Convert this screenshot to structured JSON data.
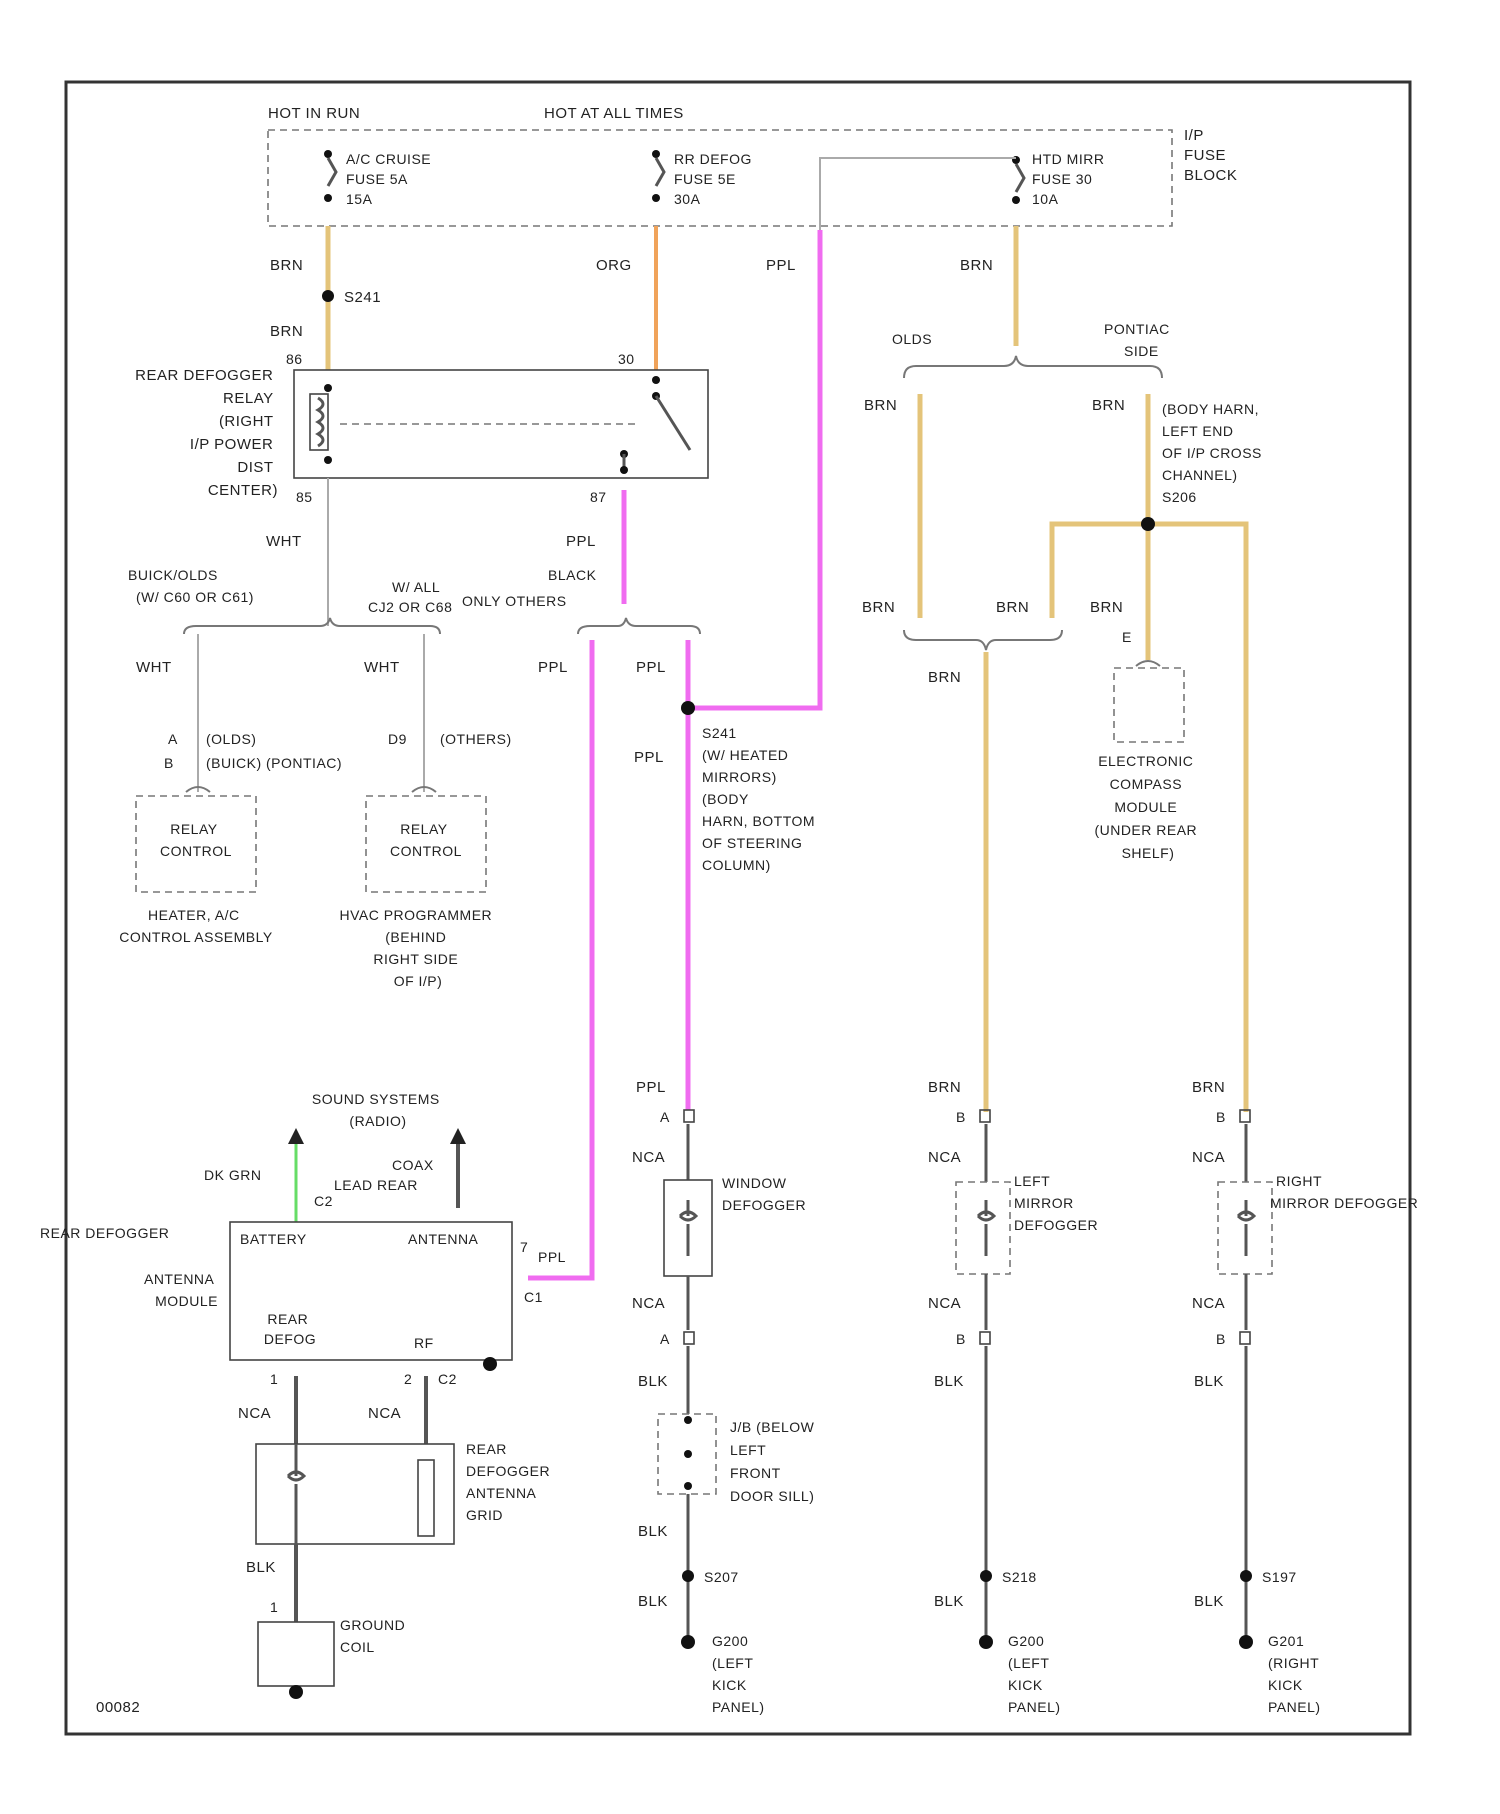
{
  "fig_id": "00082",
  "fuse_block": {
    "header_left": "HOT IN RUN",
    "header_mid": "HOT AT ALL TIMES",
    "name": [
      "I/P",
      "FUSE",
      "BLOCK"
    ],
    "fuse1": [
      "A/C CRUISE",
      "FUSE 5A",
      "15A"
    ],
    "fuse2": [
      "RR DEFOG",
      "FUSE 5E",
      "30A"
    ],
    "fuse3": [
      "HTD MIRR",
      "FUSE 30",
      "10A"
    ]
  },
  "wire_labels": {
    "brn": "BRN",
    "org": "ORG",
    "ppl": "PPL",
    "wht": "WHT",
    "blk": "BLK",
    "nca": "NCA",
    "dkgrn": "DK GRN"
  },
  "splices": {
    "s1": "S241",
    "s2": "S241",
    "s2_desc": [
      "(W/ HEATED",
      "MIRRORS)",
      "(BODY",
      "HARN, BOTTOM",
      "OF STEERING",
      "COLUMN)"
    ],
    "s3": "S206",
    "s3_desc": [
      "(BODY HARN,",
      "LEFT END",
      "OF I/P CROSS",
      "CHANNEL)"
    ],
    "g1": "S207",
    "g2": "S218",
    "g3": "S197"
  },
  "relay": {
    "name": [
      "REAR DEFOGGER",
      "RELAY",
      "(RIGHT",
      "I/P POWER",
      "DIST",
      "CENTER)"
    ],
    "pin86": "86",
    "pin85": "85",
    "pin30": "30",
    "pin87": "87"
  },
  "branches": {
    "left_brace": [
      "BUICK/OLDS",
      "(W/ C60 OR C61)"
    ],
    "mid_left": [
      "W/ ALL",
      "CJ2 OR C68"
    ],
    "mid_right": "ONLY OTHERS",
    "black": "BLACK",
    "olds": "OLDS",
    "pontiac": [
      "PONTIAC",
      "SIDE"
    ]
  },
  "controls": {
    "pin_a": "A",
    "pin_b": "B",
    "pin_d": "D9",
    "label1": "(OLDS)",
    "label2": "(BUICK) (PONTIAC)",
    "label3": "(OTHERS)",
    "box1": [
      "RELAY",
      "CONTROL"
    ],
    "box2": [
      "RELAY",
      "CONTROL"
    ],
    "desc1": [
      "HEATER, A/C",
      "CONTROL ASSEMBLY"
    ],
    "desc2": [
      "HVAC PROGRAMMER",
      "(BEHIND",
      "RIGHT SIDE",
      "OF I/P)"
    ]
  },
  "compass": {
    "pin": "E",
    "name": [
      "ELECTRONIC",
      "COMPASS",
      "MODULE",
      "(UNDER REAR",
      "SHELF)"
    ]
  },
  "antenna": {
    "sound_sys": [
      "SOUND SYSTEMS",
      "(RADIO)"
    ],
    "coax": [
      "COAX",
      "LEAD REAR"
    ],
    "rear_defogger": "REAR DEFOGGER",
    "module": [
      "ANTENNA",
      "MODULE"
    ],
    "battery": "BATTERY",
    "antenna": "ANTENNA",
    "rear_defog": [
      "REAR",
      "DEFOG"
    ],
    "rf": "RF",
    "c1": "C1",
    "c2": "C2",
    "pin1": "1",
    "pin2": "2",
    "pin7": "7",
    "grid": [
      "REAR",
      "DEFOGGER",
      "ANTENNA",
      "GRID"
    ],
    "ground_coil": [
      "GROUND",
      "COIL"
    ]
  },
  "loads": {
    "window": [
      "WINDOW",
      "DEFOGGER"
    ],
    "left_mirror": [
      "LEFT",
      "MIRROR",
      "DEFOGGER"
    ],
    "right_mirror": [
      "RIGHT",
      "MIRROR DEFOGGER"
    ],
    "jb": [
      "J/B (BELOW",
      "LEFT",
      "FRONT",
      "DOOR SILL)"
    ],
    "pin_a": "A",
    "pin_b": "B"
  },
  "grounds": {
    "g1": [
      "G200",
      "(LEFT",
      "KICK",
      "PANEL)"
    ],
    "g2": [
      "G200",
      "(LEFT",
      "KICK",
      "PANEL)"
    ],
    "g3": [
      "G201",
      "(RIGHT",
      "KICK",
      "PANEL)"
    ]
  }
}
